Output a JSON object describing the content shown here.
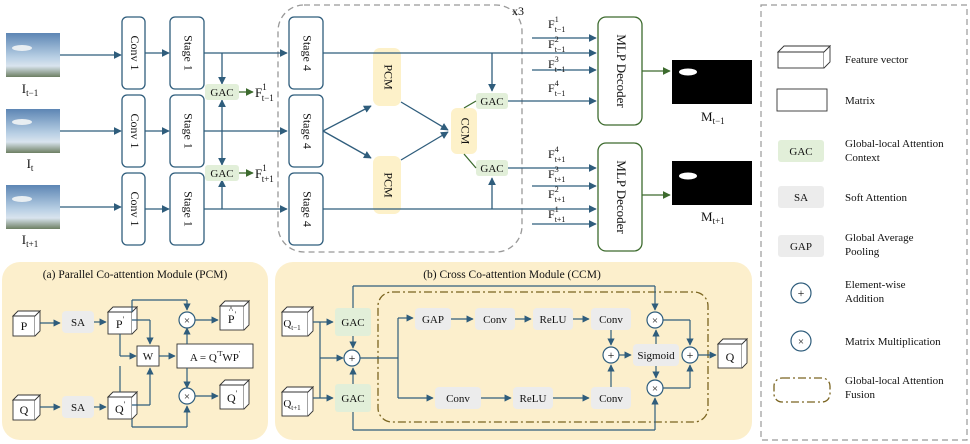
{
  "colors": {
    "box_stroke": "#2f5d7c",
    "arrow_blue": "#2f5d7c",
    "arrow_green": "#3d6b2e",
    "decoder_stroke": "#3d6b2e",
    "gac_fill": "#e2efd9",
    "sa_fill": "#ececec",
    "pcm_fill": "#fdf1c9",
    "panel_fill": "#fcefcc",
    "dashed_gray": "#999999",
    "fusion_dash": "#7a6420",
    "mask_black": "#000000"
  },
  "top": {
    "repeat_label": "x3",
    "frames": [
      {
        "label": "I",
        "sub": "t−1"
      },
      {
        "label": "I",
        "sub": "t"
      },
      {
        "label": "I",
        "sub": "t+1"
      }
    ],
    "conv_label": "Conv 1",
    "stage1_label": "Stage 1",
    "stage4_label": "Stage 4",
    "pcm_label": "PCM",
    "ccm_label": "CCM",
    "gac_label": "GAC",
    "gac_out_prev": {
      "base": "F",
      "sup": "1",
      "sub": "t−1"
    },
    "gac_out_next": {
      "base": "F",
      "sup": "1",
      "sub": "t+1"
    },
    "features_prev": [
      {
        "base": "F",
        "sup": "1",
        "sub": "t−1"
      },
      {
        "base": "F",
        "sup": "2",
        "sub": "t−1"
      },
      {
        "base": "F",
        "sup": "3",
        "sub": "t−1"
      },
      {
        "base": "F",
        "sup": "4",
        "sub": "t−1"
      }
    ],
    "features_next": [
      {
        "base": "F",
        "sup": "4",
        "sub": "t+1"
      },
      {
        "base": "F",
        "sup": "3",
        "sub": "t+1"
      },
      {
        "base": "F",
        "sup": "2",
        "sub": "t+1"
      },
      {
        "base": "F",
        "sup": "1",
        "sub": "t+1"
      }
    ],
    "decoder_label": "MLP Decoder",
    "mask_prev": {
      "base": "M",
      "sub": "t−1"
    },
    "mask_next": {
      "base": "M",
      "sub": "t+1"
    }
  },
  "pcm_panel": {
    "title": "(a) Parallel Co-attention Module (PCM)",
    "p": "P",
    "q": "Q",
    "sa": "SA",
    "p_prime": "P",
    "q_prime": "Q",
    "w": "W",
    "formula": "A = Q",
    "formula_sup": "'T",
    "formula_tail": "WP",
    "times": "×",
    "p_hat": "P",
    "q_hat": "Q"
  },
  "ccm_panel": {
    "title": "(b) Cross Co-attention Module (CCM)",
    "q_prev": {
      "base": "Q",
      "sub": "t−1"
    },
    "q_next": {
      "base": "Q",
      "sub": "t+1"
    },
    "gac": "GAC",
    "plus": "+",
    "times": "×",
    "gap": "GAP",
    "conv": "Conv",
    "relu": "ReLU",
    "sigmoid": "Sigmoid",
    "q_out": "Q"
  },
  "legend": [
    {
      "icon": "cube",
      "label": "Feature vector"
    },
    {
      "icon": "rect",
      "label": "Matrix"
    },
    {
      "icon": "gac",
      "sym": "GAC",
      "label": "Global-local Attention Context"
    },
    {
      "icon": "sa",
      "sym": "SA",
      "label": "Soft Attention"
    },
    {
      "icon": "gap",
      "sym": "GAP",
      "label": "Global Average Pooling"
    },
    {
      "icon": "plus",
      "sym": "+",
      "label": "Element-wise Addition"
    },
    {
      "icon": "times",
      "sym": "×",
      "label": "Matrix Multiplication"
    },
    {
      "icon": "fusion",
      "label": "Global-local Attention Fusion"
    }
  ]
}
